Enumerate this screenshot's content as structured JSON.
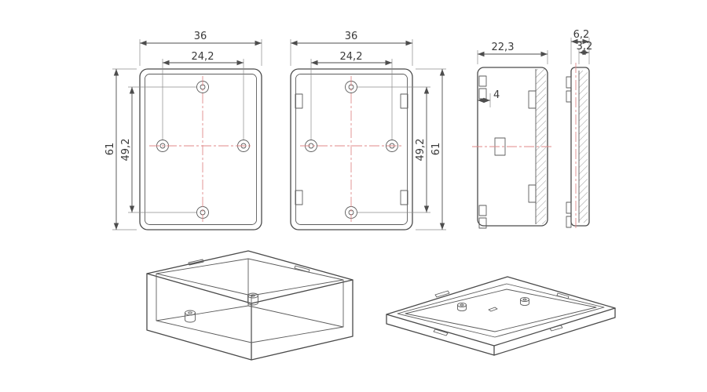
{
  "drawing": {
    "background_color": "#ffffff",
    "line_color": "#4a4a4a",
    "centerline_color": "#e08a8a",
    "hatch_color": "#8a8a8a",
    "views": {
      "bottom_case_front": {
        "width": "36",
        "hole_span_width": "24,2",
        "height": "61",
        "hole_span_height": "49,2"
      },
      "top_case_front": {
        "width": "36",
        "hole_span_width": "24,2",
        "hole_span_height": "49,2",
        "height": "61"
      },
      "case_side": {
        "depth": "22,3",
        "clip_inset": "4"
      },
      "lid_profile": {
        "overall_thickness": "6,2",
        "wall_thickness": "3,2"
      }
    }
  }
}
